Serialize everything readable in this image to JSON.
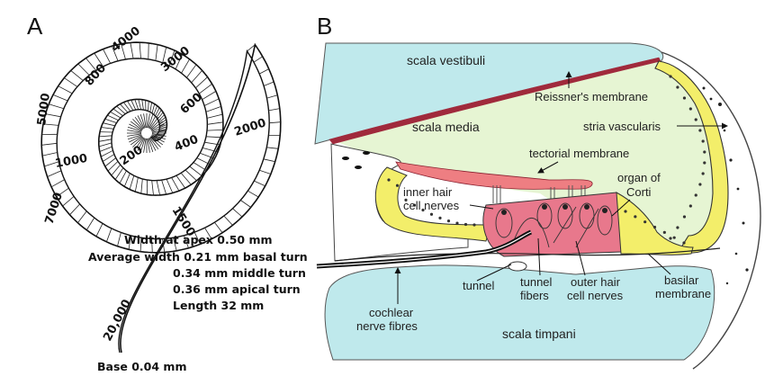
{
  "panel_a": {
    "letter": "A",
    "frequencies": {
      "f20000": "20,000",
      "f7000": "7000",
      "f5000": "5000",
      "f4000": "4000",
      "f3000": "3000",
      "f2000": "2000",
      "f1500": "1500",
      "f1000": "1000",
      "f800": "800",
      "f600": "600",
      "f400": "400",
      "f200": "200"
    },
    "specs": {
      "width_apex": "Width at apex 0.50 mm",
      "avg_width": "Average width 0.21 mm basal turn",
      "middle_turn": "0.34 mm middle turn",
      "apical_turn": "0.36 mm apical turn",
      "length": "Length 32 mm",
      "base": "Base 0.04 mm"
    }
  },
  "panel_b": {
    "letter": "B",
    "labels": {
      "scala_vestibuli": "scala vestibuli",
      "reissners_membrane": "Reissner's membrane",
      "scala_media": "scala media",
      "stria_vascularis": "stria vascularis",
      "tectorial_membrane": "tectorial membrane",
      "organ_line1": "organ of",
      "organ_line2": "Corti",
      "inner_line1": "inner hair",
      "inner_line2": "cell nerves",
      "tunnel": "tunnel",
      "tunnel_line1": "tunnel",
      "tunnel_line2": "fibers",
      "outer_line1": "outer hair",
      "outer_line2": "cell nerves",
      "basilar_line1": "basilar",
      "basilar_line2": "membrane",
      "cochlear_line1": "cochlear",
      "cochlear_line2": "nerve fibres",
      "scala_timpani": "scala timpani"
    },
    "colors": {
      "scala_fill": "#bfe9ec",
      "media_fill": "#e6f5d3",
      "membrane": "#a02a3c",
      "stria_fill": "#f3ee6a",
      "organ_fill": "#e8788c",
      "tectorial_fill": "#ee7e82"
    }
  }
}
